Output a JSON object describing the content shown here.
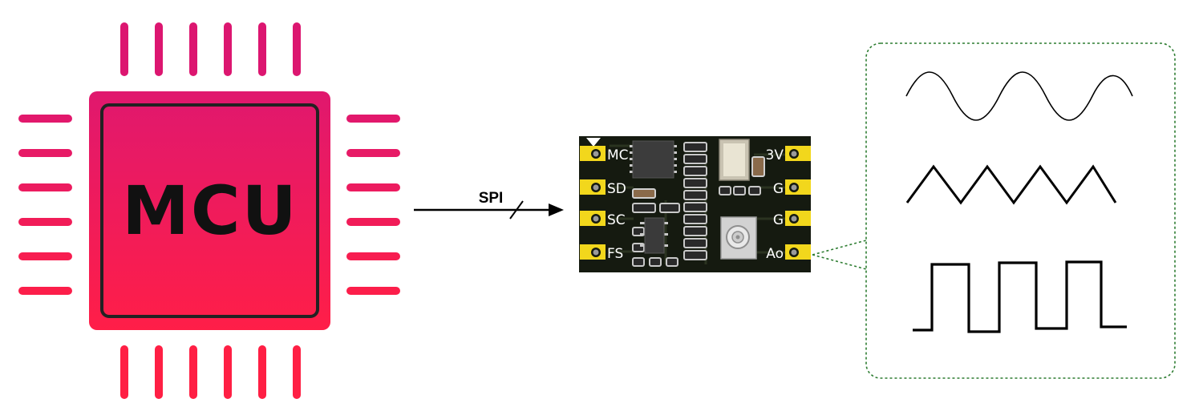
{
  "mcu": {
    "label": "MCU",
    "color_top": "#e0186e",
    "color_bottom": "#ff1e48",
    "border_color": "#222222"
  },
  "bus": {
    "label": "SPI"
  },
  "module": {
    "board_color": "#151a10",
    "pad_color": "#f2d71c",
    "left_pins": [
      "MC",
      "SD",
      "SC",
      "FS"
    ],
    "right_pins": [
      "3V",
      "G",
      "G",
      "Ao"
    ]
  },
  "waveforms": {
    "callout_border": "#2e7d32",
    "items": [
      "sine-wave",
      "triangle-wave",
      "square-wave"
    ]
  }
}
